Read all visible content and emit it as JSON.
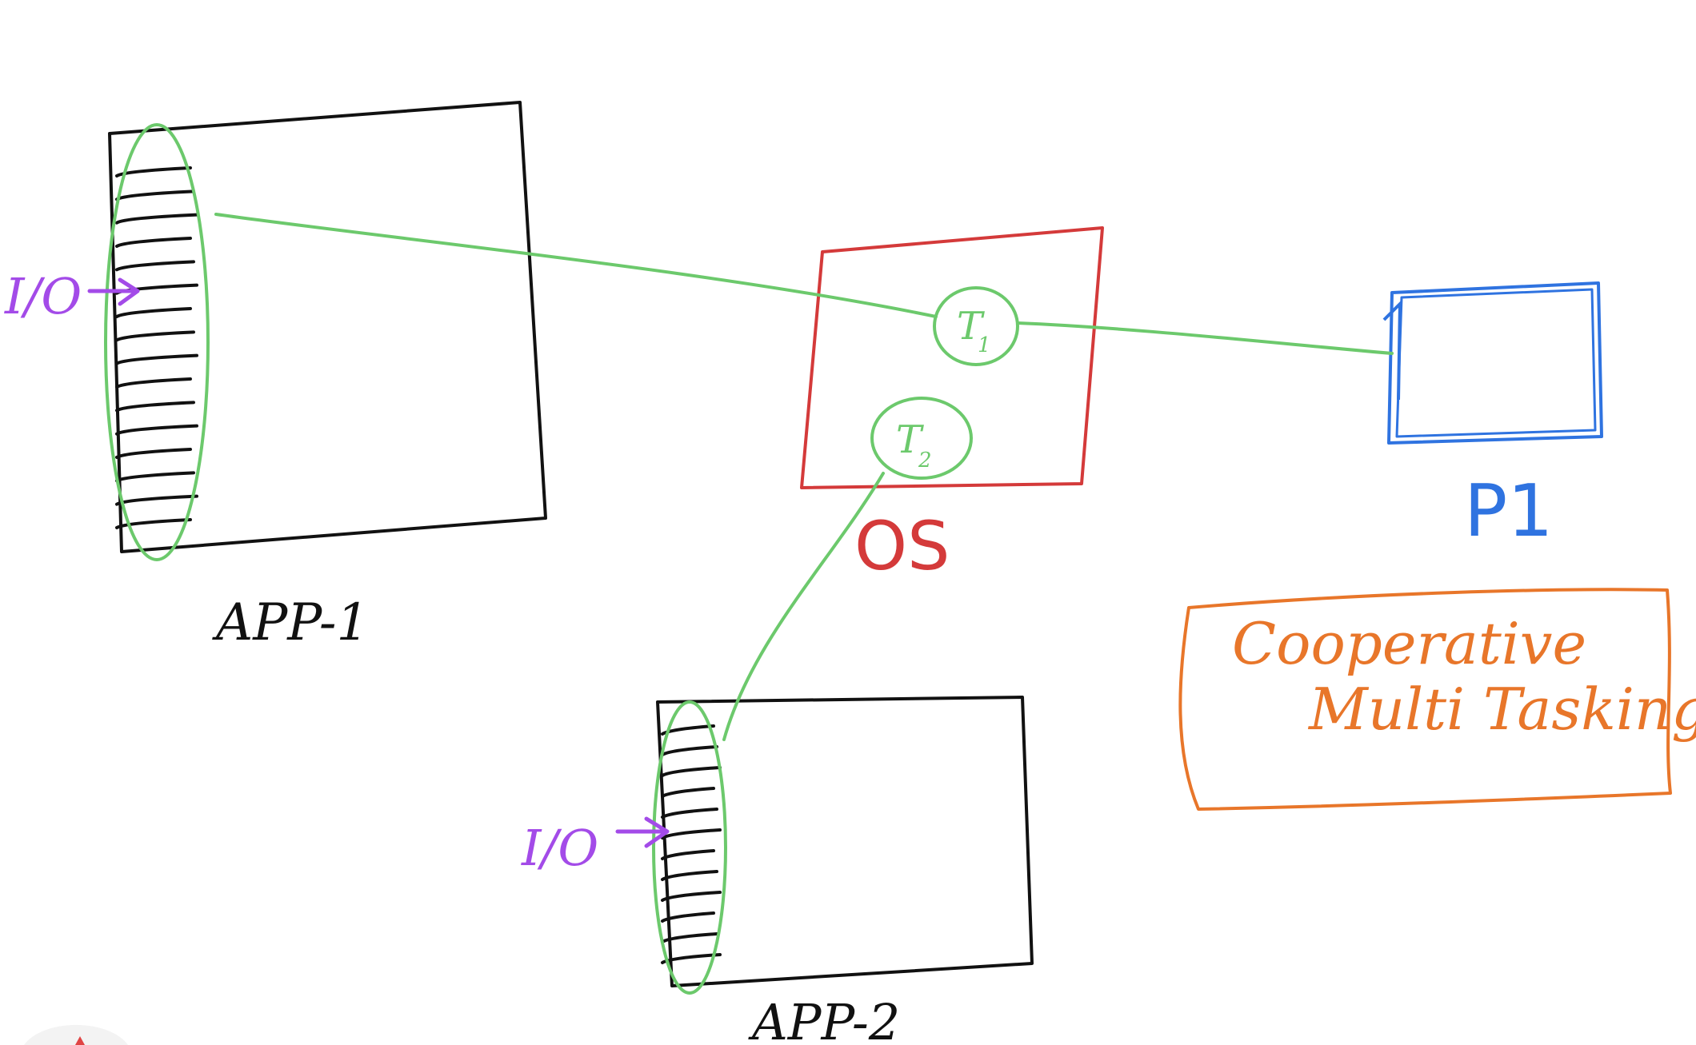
{
  "colors": {
    "ink": "#111111",
    "thread": "#6cc96c",
    "os": "#d43a3a",
    "processor": "#2f73e0",
    "io": "#a34be8",
    "note": "#e8762a"
  },
  "labels": {
    "app1": "APP-1",
    "app2": "APP-2",
    "os": "OS",
    "processor": "P1",
    "t1": "T",
    "t1_sub": "1",
    "t2": "T",
    "t2_sub": "2",
    "io_app1": "I/O",
    "io_app2": "I/O",
    "note_line1": "Cooperative",
    "note_line2": "Multi Tasking"
  },
  "app1_instruction_lines": 16,
  "app2_instruction_lines": 12
}
